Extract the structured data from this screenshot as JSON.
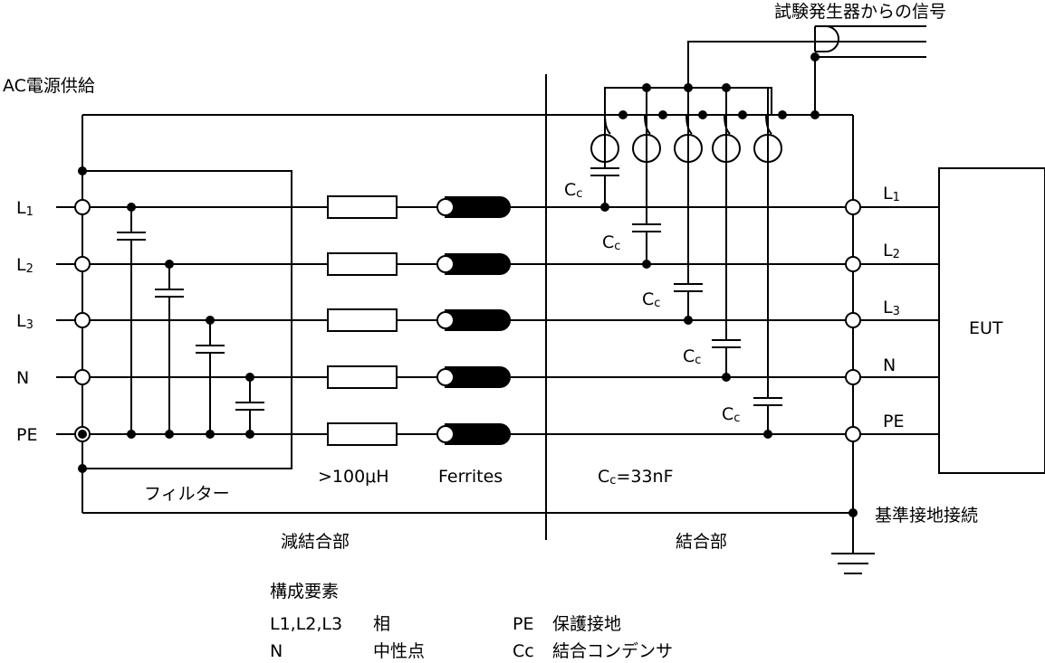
{
  "power": {
    "title": "AC電源供給"
  },
  "generator": {
    "label": "試験発生器からの信号"
  },
  "lines": [
    {
      "main": "L",
      "sub": "1"
    },
    {
      "main": "L",
      "sub": "2"
    },
    {
      "main": "L",
      "sub": "3"
    },
    {
      "main": "N",
      "sub": ""
    },
    {
      "main": "PE",
      "sub": ""
    }
  ],
  "filter": {
    "label": "フィルター"
  },
  "inductor": {
    "label": ">100μH"
  },
  "ferrite": {
    "label": "Ferrites"
  },
  "capacitor": {
    "cc_main": "C",
    "cc_sub": "c"
  },
  "coupling_value": {
    "main": "C",
    "sub": "c",
    "rest": "=33nF"
  },
  "eut": {
    "label": "EUT"
  },
  "ground": {
    "label": "基準接地接続"
  },
  "sections": {
    "decoupling": "減結合部",
    "coupling": "結合部"
  },
  "legend": {
    "title": "構成要素",
    "lines_label": "L1,L2,L3",
    "lines_meaning": "相",
    "neutral_label": "N",
    "neutral_meaning": "中性点",
    "pe_label": "PE",
    "pe_meaning": "保護接地",
    "cc_label": "Cc",
    "cc_meaning": "結合コンデンサ"
  }
}
